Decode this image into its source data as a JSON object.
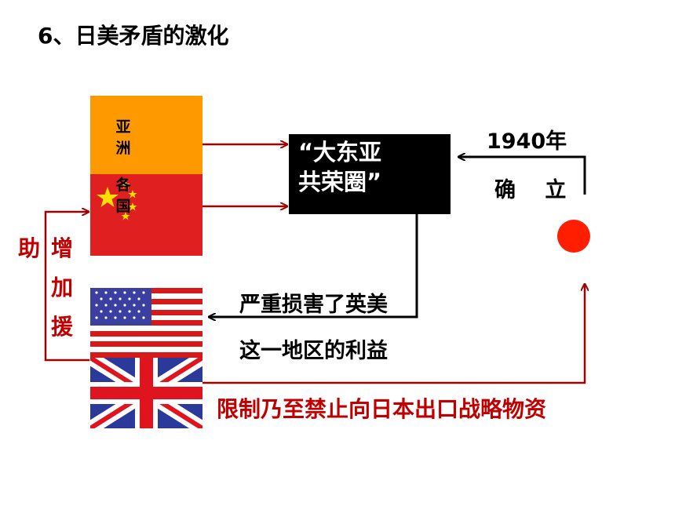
{
  "title": "6、日美矛盾的激化",
  "asia_label": [
    "亚",
    "洲",
    "各",
    "国"
  ],
  "co_prosperity": {
    "line1": "“大东亚",
    "line2": "共荣圈”"
  },
  "year": "1940年",
  "establish": "确 立",
  "harm": {
    "line1": "严重损害了英美",
    "line2": "这一地区的利益"
  },
  "restrict": "限制乃至禁止向日本出口战略物资",
  "aid": {
    "left": "助",
    "right": [
      "增",
      "加",
      "援"
    ]
  },
  "colors": {
    "arrow_dark_red": "#a00000",
    "arrow_black": "#000000",
    "text_red": "#c00000",
    "orange": "#ff9900",
    "japan_sun": "#ff1e00"
  },
  "icons": [
    "china-flag",
    "usa-flag",
    "uk-flag",
    "japan-sun"
  ]
}
